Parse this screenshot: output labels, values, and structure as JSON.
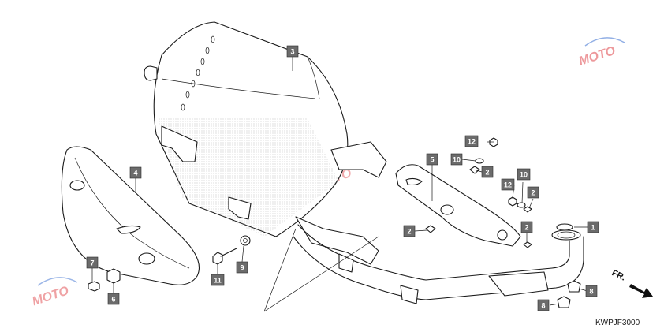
{
  "diagram_code": "KWPJF3000",
  "direction_label": "FR.",
  "watermark_text": "MOTO",
  "callouts": [
    "3",
    "4",
    "5",
    "1",
    "2",
    "2",
    "2",
    "2",
    "10",
    "10",
    "12",
    "12",
    "7",
    "6",
    "11",
    "9",
    "8",
    "8"
  ],
  "colors": {
    "callout_bg": "#6b6b6b",
    "callout_text": "#ffffff",
    "line": "#1a1a1a",
    "watermark_red": "#e0474c",
    "watermark_blue": "#3a6fd0"
  }
}
